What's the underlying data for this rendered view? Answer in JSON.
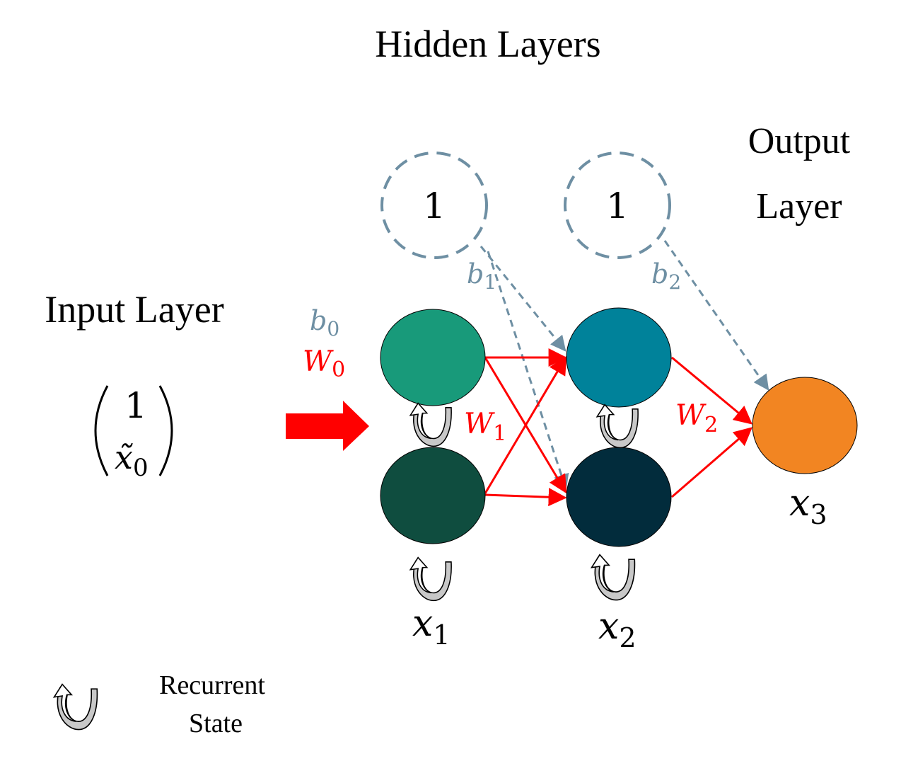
{
  "labels": {
    "hidden_layers": "Hidden Layers",
    "output_line1": "Output",
    "output_line2": "Layer",
    "input_layer": "Input Layer",
    "recurrent_line1": "Recurrent",
    "recurrent_line2": "State"
  },
  "input_vector": {
    "top": "1",
    "bottom_base": "x̃",
    "bottom_sub": "0"
  },
  "bias_units": [
    {
      "value": "1"
    },
    {
      "value": "1"
    }
  ],
  "weights": {
    "b0": {
      "base": "b",
      "sub": "0"
    },
    "w0": {
      "base": "W",
      "sub": "0"
    },
    "b1": {
      "base": "b",
      "sub": "1"
    },
    "w1": {
      "base": "W",
      "sub": "1"
    },
    "b2": {
      "base": "b",
      "sub": "2"
    },
    "w2": {
      "base": "W",
      "sub": "2"
    }
  },
  "node_labels": {
    "x1": {
      "base": "x",
      "sub": "1"
    },
    "x2": {
      "base": "x",
      "sub": "2"
    },
    "x3": {
      "base": "x",
      "sub": "3"
    }
  },
  "colors": {
    "hidden1_top": "#189a7a",
    "hidden1_bottom": "#0f4d3f",
    "hidden2_top": "#00829a",
    "hidden2_bottom": "#022c3c",
    "output": "#f28522",
    "weight_red": "#ff0000",
    "bias_blue": "#6e8fa3"
  }
}
